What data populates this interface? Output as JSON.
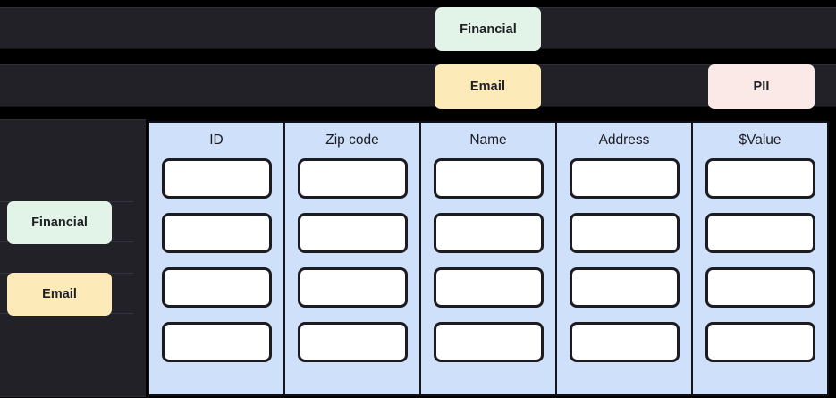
{
  "tag_rows": [
    {
      "row_name": "row-financial",
      "tag": {
        "label": "Financial",
        "color": "#e2f3e8",
        "category": "financial"
      }
    },
    {
      "row_name": "row-email-pii",
      "tags": [
        {
          "label": "Email",
          "color": "#fdeab9",
          "category": "email"
        },
        {
          "label": "PII",
          "color": "#fae9e7",
          "category": "pii"
        }
      ]
    }
  ],
  "sidebar": {
    "items": [
      {
        "label": "Financial",
        "color": "#e2f3e8"
      },
      {
        "label": "Email",
        "color": "#fdeab9"
      }
    ]
  },
  "table": {
    "columns": [
      {
        "header": "ID",
        "rows": [
          "",
          "",
          "",
          ""
        ]
      },
      {
        "header": "Zip code",
        "rows": [
          "",
          "",
          "",
          ""
        ]
      },
      {
        "header": "Name",
        "rows": [
          "",
          "",
          "",
          ""
        ]
      },
      {
        "header": "Address",
        "rows": [
          "",
          "",
          "",
          ""
        ]
      },
      {
        "header": "$Value",
        "rows": [
          "",
          "",
          "",
          ""
        ]
      }
    ],
    "row_count": 4,
    "column_background": "#cfe0fa",
    "cell_background": "#ffffff"
  },
  "theme": {
    "page_background": "#000000",
    "panel_background": "#212127",
    "accent_financial": "#e2f3e8",
    "accent_email": "#fdeab9",
    "accent_pii": "#fae9e7",
    "table_blue": "#cfe0fa"
  }
}
